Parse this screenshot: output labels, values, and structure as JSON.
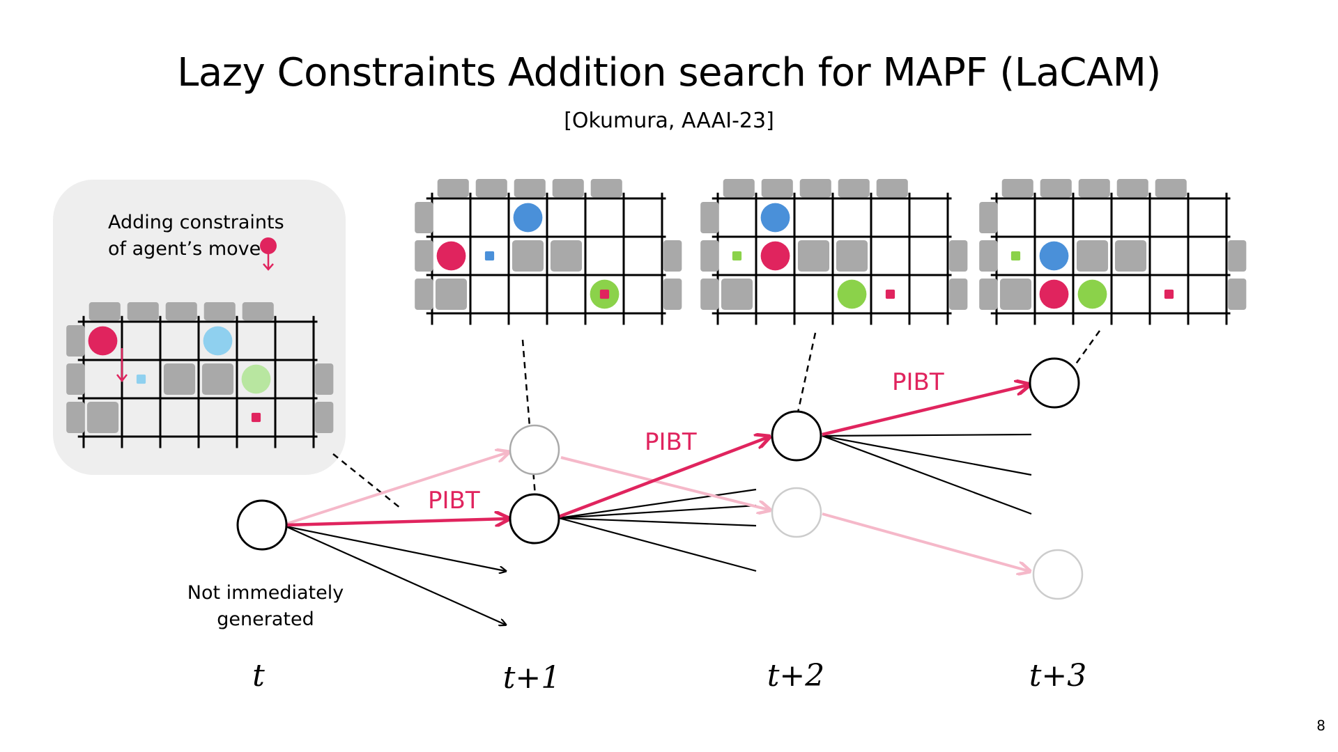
{
  "title": "Lazy Constraints Addition search for MAPF (LaCAM)",
  "citation": "[Okumura, AAAI-23]",
  "page_number": "8",
  "callout": {
    "line1": "Adding constraints",
    "line2": "of agent’s move"
  },
  "edge_label": "PIBT",
  "not_generated": {
    "line1": "Not immediately",
    "line2": "generated"
  },
  "time_labels": [
    "t",
    "t+1",
    "t+2",
    "t+3"
  ],
  "colors": {
    "accent": "#e0245e",
    "accent_faded": "#f5b8c9",
    "obstacle": "#a9a9a9",
    "blue": "#4a90d9",
    "light_blue": "#8fd0ef",
    "green": "#8bd24a",
    "light_green": "#b8e6a0",
    "faded_node": "#cccccc"
  },
  "icons": [
    "constraint-pin-icon",
    "down-arrow-icon"
  ]
}
